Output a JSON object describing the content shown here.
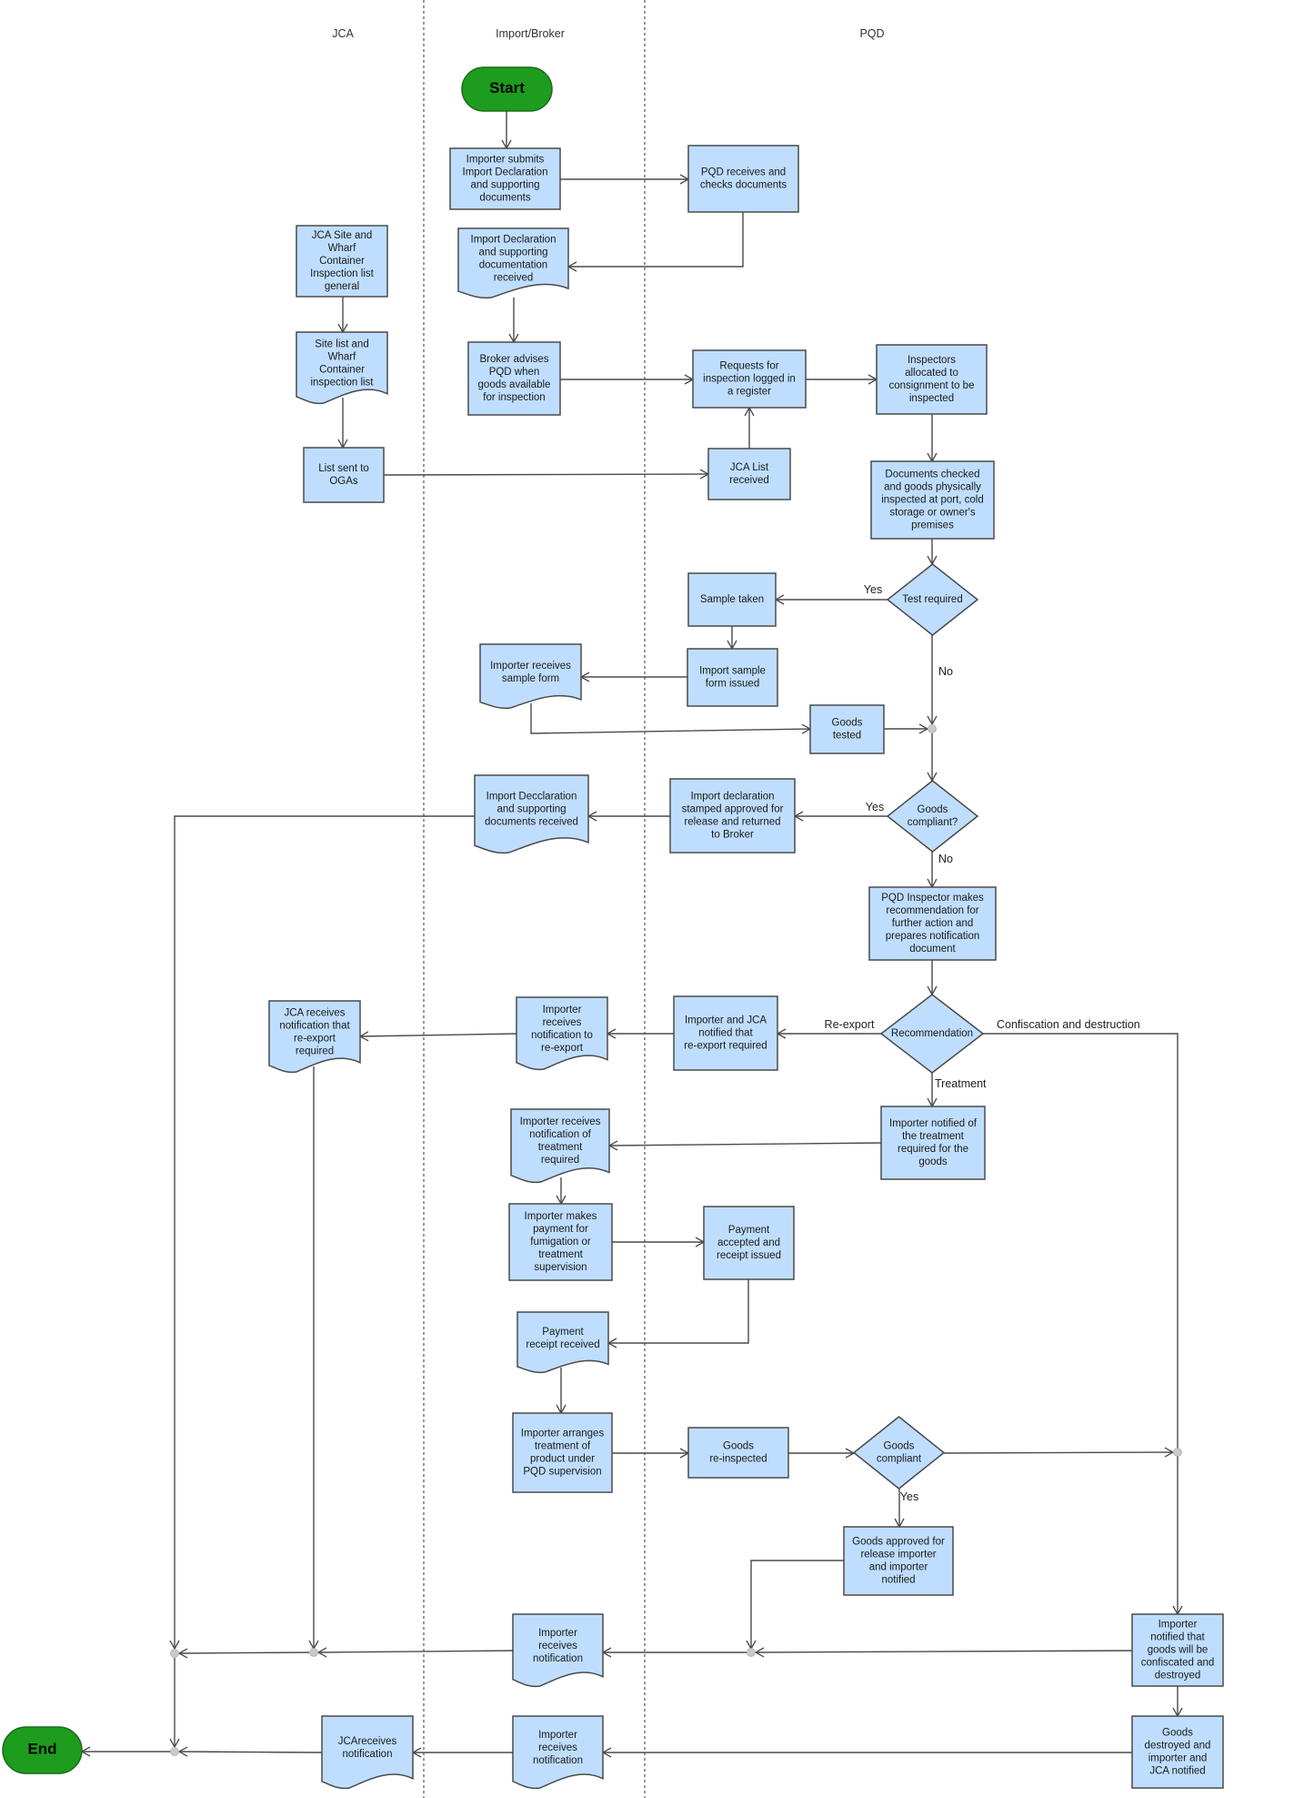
{
  "lanes": [
    "JCA",
    "Import/Broker",
    "PQD"
  ],
  "colors": {
    "process_fill": "#bfdeff",
    "stroke": "#4a4a4a",
    "terminal_fill": "#1d9c1d",
    "terminal_stroke": "#1b6b1b",
    "edge": "#4a4a4a",
    "junction": "#c9c9c9"
  },
  "nodes": [
    {
      "id": "start",
      "shape": "terminal",
      "lines": [
        "Start"
      ]
    },
    {
      "id": "submit",
      "shape": "process",
      "lines": [
        "Importer submits",
        "Import Declaration",
        "and supporting",
        "documents"
      ]
    },
    {
      "id": "pqd-receives",
      "shape": "process",
      "lines": [
        "PQD receives and",
        "checks documents"
      ]
    },
    {
      "id": "jca-site",
      "shape": "process",
      "lines": [
        "JCA Site and",
        "Wharf",
        "Container",
        "Inspection list",
        "general"
      ]
    },
    {
      "id": "decl-received",
      "shape": "document",
      "lines": [
        "Import Declaration",
        "and supporting",
        "documentation",
        "received"
      ]
    },
    {
      "id": "site-list",
      "shape": "document",
      "lines": [
        "Site list and",
        "Wharf",
        "Container",
        "inspection list"
      ]
    },
    {
      "id": "broker-advises",
      "shape": "process",
      "lines": [
        "Broker advises",
        "PQD when",
        "goods available",
        "for inspection"
      ]
    },
    {
      "id": "requests-logged",
      "shape": "process",
      "lines": [
        "Requests for",
        "inspection logged in",
        "a register"
      ]
    },
    {
      "id": "inspectors",
      "shape": "process",
      "lines": [
        "Inspectors",
        "allocated to",
        "consignment to be",
        "inspected"
      ]
    },
    {
      "id": "list-sent",
      "shape": "process",
      "lines": [
        "List sent to",
        "OGAs"
      ]
    },
    {
      "id": "jca-list",
      "shape": "process",
      "lines": [
        "JCA List",
        "received"
      ]
    },
    {
      "id": "docs-checked",
      "shape": "process",
      "lines": [
        "Documents checked",
        "and goods physically",
        "inspected at port, cold",
        "storage or owner's",
        "premises"
      ]
    },
    {
      "id": "test-required",
      "shape": "decision",
      "lines": [
        "Test required"
      ]
    },
    {
      "id": "sample-taken",
      "shape": "process",
      "lines": [
        "Sample taken"
      ]
    },
    {
      "id": "sample-form",
      "shape": "process",
      "lines": [
        "Import sample",
        "form issued"
      ]
    },
    {
      "id": "importer-sample",
      "shape": "document",
      "lines": [
        "Importer receives",
        "sample form"
      ]
    },
    {
      "id": "goods-tested",
      "shape": "process",
      "lines": [
        "Goods",
        "tested"
      ]
    },
    {
      "id": "goods-compliant-1",
      "shape": "decision",
      "lines": [
        "Goods",
        "compliant?"
      ]
    },
    {
      "id": "stamped",
      "shape": "process",
      "lines": [
        "Import declaration",
        "stamped approved for",
        "release and returned",
        "to Broker"
      ]
    },
    {
      "id": "decl-received-2",
      "shape": "document",
      "lines": [
        "Import Decclaration",
        "and supporting",
        "documents received"
      ]
    },
    {
      "id": "recommendation-doc",
      "shape": "process",
      "lines": [
        "PQD Inspector makes",
        "recommendation for",
        "further action and",
        "prepares notification",
        "document"
      ]
    },
    {
      "id": "recommendation",
      "shape": "decision",
      "lines": [
        "Recommendation"
      ]
    },
    {
      "id": "notified-reexport",
      "shape": "process",
      "lines": [
        "Importer and JCA",
        "notified  that",
        "re-export required"
      ]
    },
    {
      "id": "importer-reexport",
      "shape": "document",
      "lines": [
        "Importer",
        "receives",
        "notification to",
        "re-export"
      ]
    },
    {
      "id": "jca-reexport",
      "shape": "document",
      "lines": [
        "JCA receives",
        "notification that",
        "re-export",
        "required"
      ]
    },
    {
      "id": "treatment-notified",
      "shape": "process",
      "lines": [
        "Importer notified of",
        "the  treatment",
        "required for the",
        "goods"
      ]
    },
    {
      "id": "importer-treatment",
      "shape": "document",
      "lines": [
        "Importer receives",
        "notification of",
        "treatment",
        "required"
      ]
    },
    {
      "id": "payment",
      "shape": "process",
      "lines": [
        "Importer makes",
        "payment for",
        "fumigation or",
        "treatment",
        "supervision"
      ]
    },
    {
      "id": "payment-accepted",
      "shape": "process",
      "lines": [
        "Payment",
        "accepted and",
        "receipt issued"
      ]
    },
    {
      "id": "receipt-received",
      "shape": "document",
      "lines": [
        "Payment",
        "receipt received"
      ]
    },
    {
      "id": "arranges",
      "shape": "process",
      "lines": [
        "Importer arranges",
        "treatment of",
        "product under",
        "PQD supervision"
      ]
    },
    {
      "id": "reinspected",
      "shape": "process",
      "lines": [
        "Goods",
        "re-inspected"
      ]
    },
    {
      "id": "goods-compliant-2",
      "shape": "decision",
      "lines": [
        "Goods",
        "compliant"
      ]
    },
    {
      "id": "approved-release",
      "shape": "process",
      "lines": [
        "Goods approved for",
        "release importer",
        "and importer",
        "notified"
      ]
    },
    {
      "id": "confiscated",
      "shape": "process",
      "lines": [
        "Importer",
        "notified that",
        "goods will be",
        "confiscated and",
        "destroyed"
      ]
    },
    {
      "id": "importer-notif-1",
      "shape": "document",
      "lines": [
        "Importer",
        "receives",
        "notification"
      ]
    },
    {
      "id": "destroyed",
      "shape": "process",
      "lines": [
        "Goods",
        "destroyed and",
        "importer and",
        "JCA notified"
      ]
    },
    {
      "id": "importer-notif-2",
      "shape": "document",
      "lines": [
        "Importer",
        "receives",
        "notification"
      ]
    },
    {
      "id": "jca-notif",
      "shape": "document",
      "lines": [
        "JCAreceives",
        "notification"
      ]
    },
    {
      "id": "end",
      "shape": "terminal",
      "lines": [
        "End"
      ]
    }
  ],
  "edge_labels": [
    {
      "id": "lbl-test-yes",
      "text": "Yes"
    },
    {
      "id": "lbl-test-no",
      "text": "No"
    },
    {
      "id": "lbl-comp-yes",
      "text": "Yes"
    },
    {
      "id": "lbl-comp-no",
      "text": "No"
    },
    {
      "id": "lbl-reexport",
      "text": "Re-export"
    },
    {
      "id": "lbl-confiscation",
      "text": "Confiscation and destruction"
    },
    {
      "id": "lbl-treatment",
      "text": "Treatment"
    },
    {
      "id": "lbl-comp2-yes",
      "text": "Yes"
    }
  ]
}
